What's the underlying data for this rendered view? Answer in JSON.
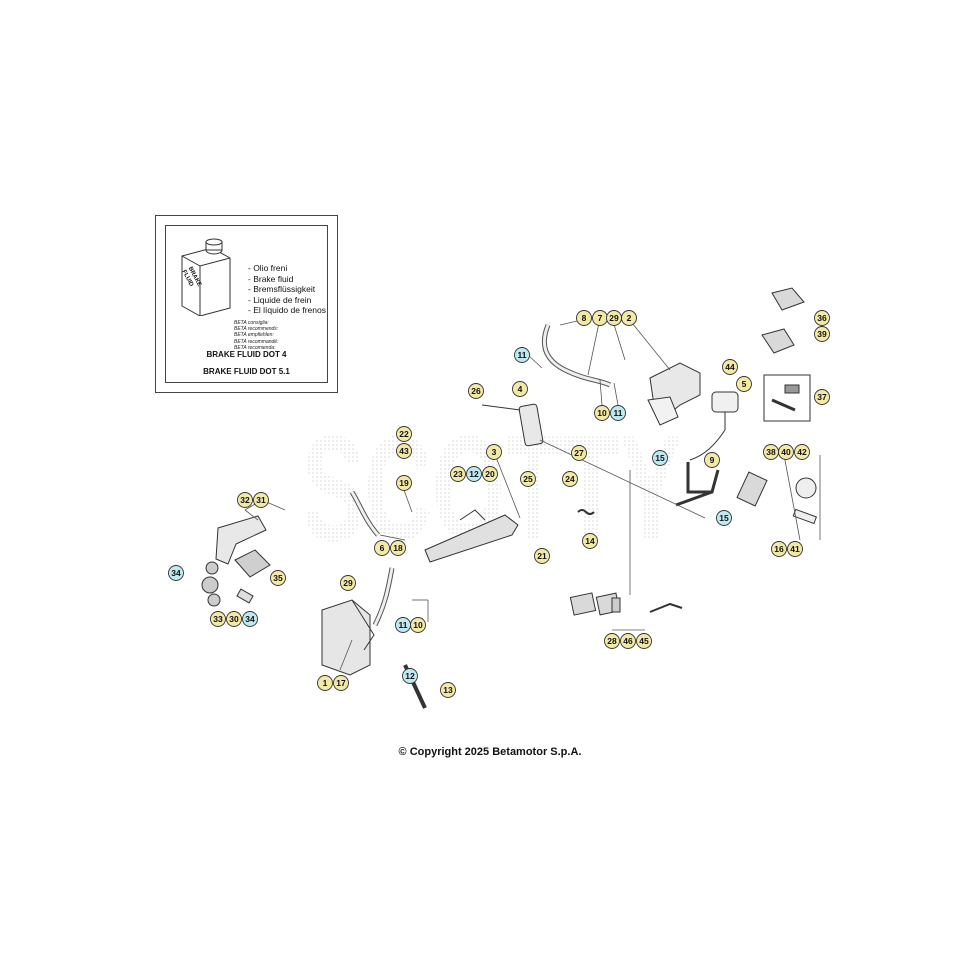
{
  "legend": {
    "can_label_line1": "BRAKE",
    "can_label_line2": "FLUID",
    "fluid_names": [
      "- Olio freni",
      "- Brake fluid",
      "- Bremsflüssigkeit",
      "- Liquide de frein",
      "- El líquido de frenos"
    ],
    "beta_notes": [
      "BETA consiglia:",
      "BETA recommends:",
      "BETA empfiehlen:",
      "BETA recommandé:",
      "BETA recomienda:"
    ],
    "fluid_spec_1": "BRAKE FLUID DOT 4",
    "fluid_spec_2": "BRAKE FLUID DOT 5.1"
  },
  "watermark_text": "SCOTTY",
  "colors": {
    "callout_yellow": "#f3e9a6",
    "callout_cyan": "#bfe9f1",
    "stroke": "#333333"
  },
  "callouts": [
    {
      "label": "8",
      "style": "yellow"
    },
    {
      "label": "7",
      "style": "yellow"
    },
    {
      "label": "29",
      "style": "yellow"
    },
    {
      "label": "2",
      "style": "yellow"
    },
    {
      "label": "11",
      "style": "cyan"
    },
    {
      "label": "10",
      "style": "yellow"
    },
    {
      "label": "11",
      "style": "cyan"
    },
    {
      "label": "44",
      "style": "yellow"
    },
    {
      "label": "5",
      "style": "yellow"
    },
    {
      "label": "36",
      "style": "yellow"
    },
    {
      "label": "39",
      "style": "yellow"
    },
    {
      "label": "37",
      "style": "yellow"
    },
    {
      "label": "26",
      "style": "yellow"
    },
    {
      "label": "4",
      "style": "yellow"
    },
    {
      "label": "22",
      "style": "yellow"
    },
    {
      "label": "43",
      "style": "yellow"
    },
    {
      "label": "27",
      "style": "yellow"
    },
    {
      "label": "3",
      "style": "yellow"
    },
    {
      "label": "23",
      "style": "yellow"
    },
    {
      "label": "12",
      "style": "cyan"
    },
    {
      "label": "20",
      "style": "yellow"
    },
    {
      "label": "25",
      "style": "yellow"
    },
    {
      "label": "24",
      "style": "yellow"
    },
    {
      "label": "15",
      "style": "cyan"
    },
    {
      "label": "9",
      "style": "yellow"
    },
    {
      "label": "15",
      "style": "cyan"
    },
    {
      "label": "38",
      "style": "yellow"
    },
    {
      "label": "40",
      "style": "yellow"
    },
    {
      "label": "42",
      "style": "yellow"
    },
    {
      "label": "16",
      "style": "yellow"
    },
    {
      "label": "41",
      "style": "yellow"
    },
    {
      "label": "19",
      "style": "yellow"
    },
    {
      "label": "6",
      "style": "yellow"
    },
    {
      "label": "18",
      "style": "yellow"
    },
    {
      "label": "14",
      "style": "yellow"
    },
    {
      "label": "21",
      "style": "yellow"
    },
    {
      "label": "32",
      "style": "yellow"
    },
    {
      "label": "31",
      "style": "yellow"
    },
    {
      "label": "34",
      "style": "cyan"
    },
    {
      "label": "35",
      "style": "yellow"
    },
    {
      "label": "33",
      "style": "yellow"
    },
    {
      "label": "30",
      "style": "yellow"
    },
    {
      "label": "34",
      "style": "cyan"
    },
    {
      "label": "29",
      "style": "yellow"
    },
    {
      "label": "11",
      "style": "cyan"
    },
    {
      "label": "10",
      "style": "yellow"
    },
    {
      "label": "12",
      "style": "cyan"
    },
    {
      "label": "13",
      "style": "yellow"
    },
    {
      "label": "1",
      "style": "yellow"
    },
    {
      "label": "17",
      "style": "yellow"
    },
    {
      "label": "28",
      "style": "yellow"
    },
    {
      "label": "46",
      "style": "yellow"
    },
    {
      "label": "45",
      "style": "yellow"
    }
  ],
  "copyright": "© Copyright 2025 Betamotor S.p.A."
}
